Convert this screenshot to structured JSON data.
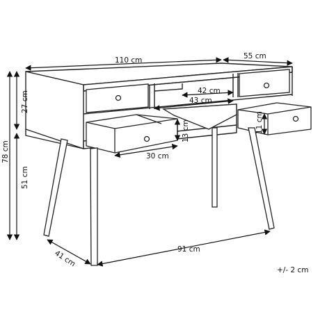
{
  "dimensions": {
    "width_top": "110 cm",
    "depth_top": "55 cm",
    "upper_height": "27 cm",
    "total_height": "78 cm",
    "leg_height": "51 cm",
    "shelf_depth": "42 cm",
    "shelf_width": "43 cm",
    "drawer_height_left": "13 cm",
    "drawer_width": "30 cm",
    "drawer_height_right": "11 cm",
    "leg_depth": "41 cm",
    "leg_span": "91 cm"
  },
  "tolerance": "+/- 2 cm"
}
